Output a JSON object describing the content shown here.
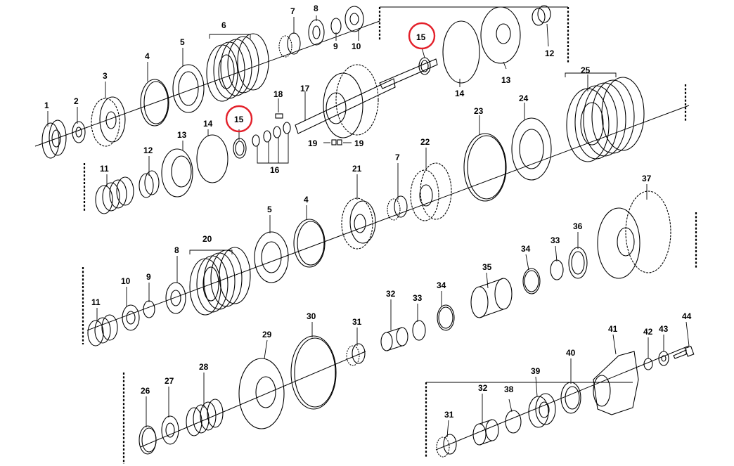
{
  "diagram": {
    "labels": [
      "1",
      "2",
      "3",
      "4",
      "5",
      "6",
      "7",
      "8",
      "9",
      "10",
      "11",
      "12",
      "13",
      "14",
      "15",
      "16",
      "17",
      "18",
      "19",
      "20",
      "21",
      "22",
      "23",
      "24",
      "25",
      "26",
      "27",
      "28",
      "29",
      "30",
      "31",
      "32",
      "33",
      "34",
      "35",
      "36",
      "37",
      "38",
      "39",
      "40",
      "41",
      "42",
      "43",
      "44"
    ],
    "highlighted_label": "15",
    "highlight_color": "#e3202a"
  }
}
